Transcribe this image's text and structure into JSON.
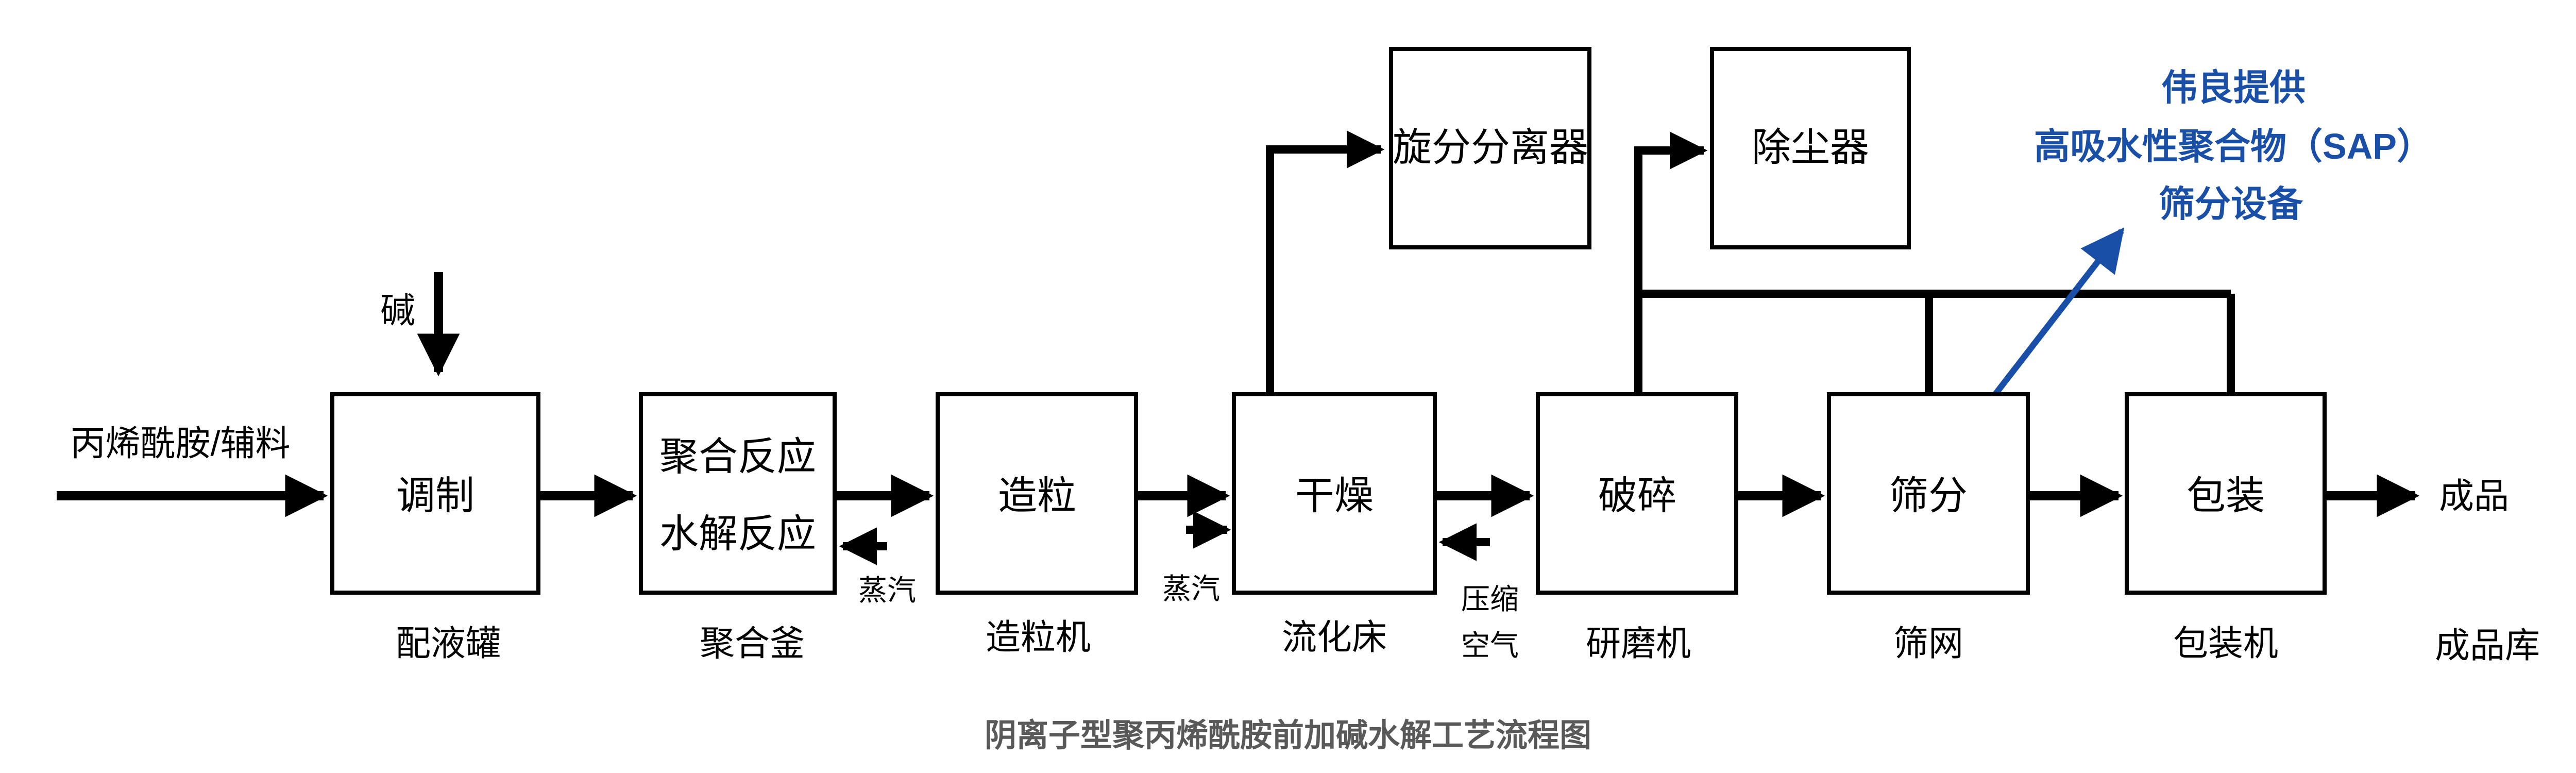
{
  "title": "阴离子型聚丙烯酰胺前加碱水解工艺流程图",
  "colors": {
    "line_black": "#000000",
    "accent_blue": "#1a4fa8",
    "title_gray": "#595959",
    "background": "#ffffff"
  },
  "process_boxes": [
    {
      "label": "调制",
      "sublabel": "配液罐"
    },
    {
      "label_lines": [
        "聚合反应",
        "水解反应"
      ],
      "sublabel": "聚合釜"
    },
    {
      "label": "造粒",
      "sublabel": "造粒机"
    },
    {
      "label": "干燥",
      "sublabel": "流化床"
    },
    {
      "label": "破碎",
      "sublabel": "研磨机"
    },
    {
      "label": "筛分",
      "sublabel": "筛网",
      "label_color": "#1a4fa8"
    },
    {
      "label": "包装",
      "sublabel": "包装机"
    }
  ],
  "top_boxes": [
    {
      "label": "旋分分离器"
    },
    {
      "label": "除尘器"
    }
  ],
  "flows": {
    "feed_label": "丙烯酰胺/辅料",
    "alkali_label": "碱",
    "steam_labels": [
      "蒸汽",
      "蒸汽"
    ],
    "compressed_air_lines": [
      "压缩",
      "空气"
    ],
    "product_label": "成品",
    "warehouse_label": "成品库"
  },
  "annotation": {
    "lines": [
      "伟良提供",
      "高吸水性聚合物（SAP）",
      "筛分设备"
    ],
    "color": "#1a4fa8"
  }
}
